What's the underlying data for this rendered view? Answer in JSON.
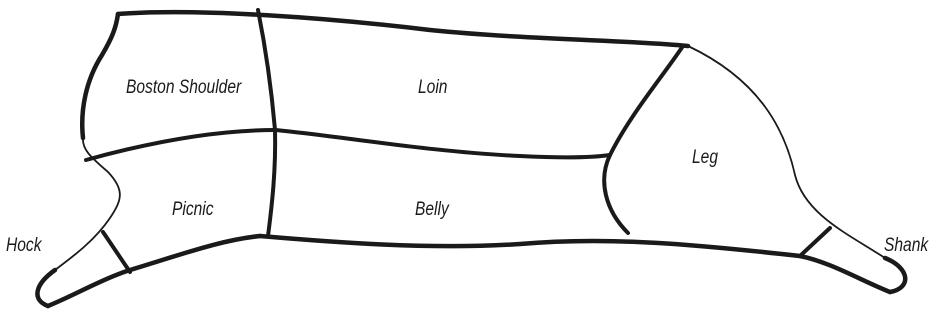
{
  "diagram": {
    "labels": {
      "boston_shoulder": "Boston Shoulder",
      "loin": "Loin",
      "leg": "Leg",
      "picnic": "Picnic",
      "belly": "Belly",
      "hock": "Hock",
      "shank": "Shank"
    },
    "colors": {
      "stroke": "#1a1a1a",
      "background": "#ffffff"
    }
  }
}
